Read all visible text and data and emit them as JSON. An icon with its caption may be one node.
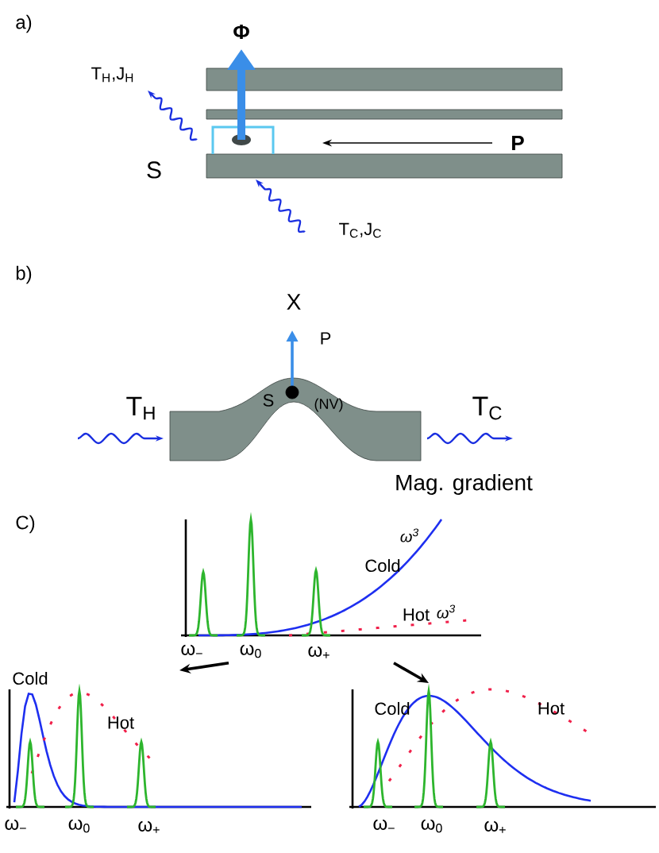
{
  "diagram": {
    "nodes": [
      {
        "text": [
          "ω$^{3}$",
          "Cold",
          "Hot",
          "ω$^{3}$",
          "ω$_{−}$",
          "ω$_{0}$",
          "ω$_{+}$"
        ]
      },
      {
        "text": [
          "Cold",
          "Hot",
          "ω$_{−}$",
          "ω$_{0}$",
          "ω$_{+}$"
        ]
      },
      {
        "text": [
          "Cold",
          "Hot",
          "ω$_{−}$",
          "ω$_{0}$",
          "ω$_{+}$"
        ]
      }
    ],
    "edges": [
      {
        "from": 0,
        "to": 1,
        "arrow": "to"
      },
      {
        "from": 0,
        "to": 2,
        "arrow": "to"
      }
    ],
    "labels": [
      "a)",
      "Φ",
      "T$_{H}$,J$_{H}$",
      "P",
      "S",
      "T$_{C}$,J$_{C}$",
      "b)",
      "X",
      "P",
      "T$_{H}$",
      "S",
      "(NV)",
      "T$_{C}$",
      "Mag. gradient",
      "C)"
    ]
  }
}
